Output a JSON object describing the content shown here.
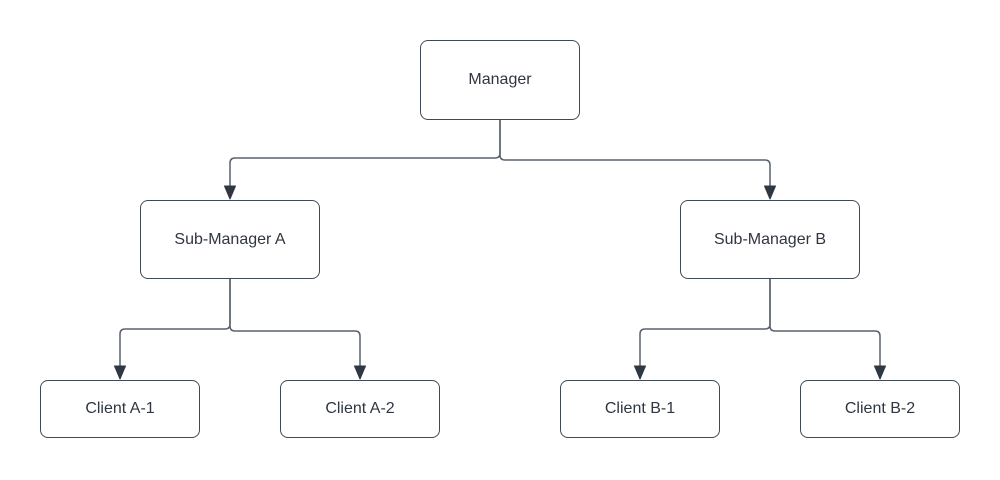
{
  "diagram": {
    "type": "org-hierarchy-flowchart",
    "background_color": "#ffffff",
    "node_border_color": "#414a57",
    "node_fill_color": "#ffffff",
    "text_color": "#2f3640",
    "connector_color": "#5a6270",
    "arrowhead_color": "#2f3742",
    "nodes": {
      "manager": {
        "label": "Manager"
      },
      "sub_a": {
        "label": "Sub-Manager A"
      },
      "sub_b": {
        "label": "Sub-Manager B"
      },
      "client_a1": {
        "label": "Client A-1"
      },
      "client_a2": {
        "label": "Client A-2"
      },
      "client_b1": {
        "label": "Client B-1"
      },
      "client_b2": {
        "label": "Client B-2"
      }
    },
    "edges": [
      {
        "from": "Manager",
        "to": "Sub-Manager A",
        "arrow": "target"
      },
      {
        "from": "Manager",
        "to": "Sub-Manager B",
        "arrow": "target"
      },
      {
        "from": "Sub-Manager A",
        "to": "Client A-1",
        "arrow": "target"
      },
      {
        "from": "Sub-Manager A",
        "to": "Client A-2",
        "arrow": "target"
      },
      {
        "from": "Sub-Manager B",
        "to": "Client B-1",
        "arrow": "target"
      },
      {
        "from": "Sub-Manager B",
        "to": "Client B-2",
        "arrow": "target"
      }
    ]
  }
}
